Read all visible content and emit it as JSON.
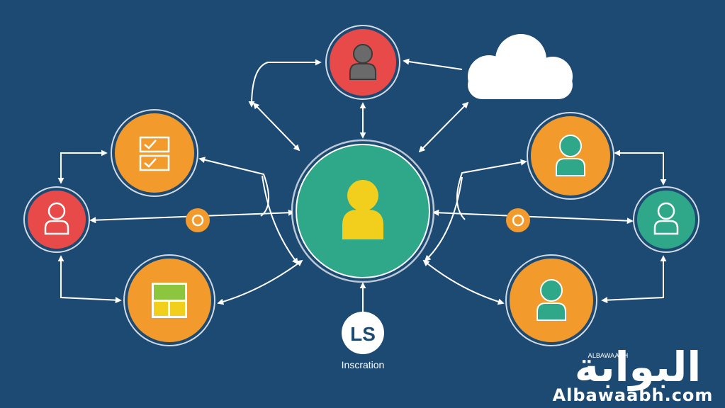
{
  "colors": {
    "background": "#1d4a72",
    "hub": "#2fa88a",
    "hub_person": "#f2cf1d",
    "red": "#e84a4a",
    "orange": "#f39a2c",
    "teal": "#2fa88a",
    "line": "#ffffff",
    "cloud": "#ffffff"
  },
  "nodes": {
    "hub": {
      "icon": "person-icon"
    },
    "top_person": {
      "icon": "person-icon"
    },
    "checklist": {
      "icon": "checklist-icon"
    },
    "left_person": {
      "icon": "person-outline-icon"
    },
    "grid": {
      "icon": "grid-icon"
    },
    "right_top_person": {
      "icon": "person-icon"
    },
    "right_person": {
      "icon": "person-outline-icon"
    },
    "right_bottom_person": {
      "icon": "person-icon"
    },
    "cloud": {
      "icon": "cloud-icon"
    },
    "left_connector": {
      "icon": "ring-icon"
    },
    "right_connector": {
      "icon": "ring-icon"
    }
  },
  "logo": {
    "mark": "LS",
    "caption": "Inscration"
  },
  "watermark": {
    "arabic": "البوابة",
    "latin": "Albawaabh.com",
    "small": "ALBAWAABH"
  }
}
